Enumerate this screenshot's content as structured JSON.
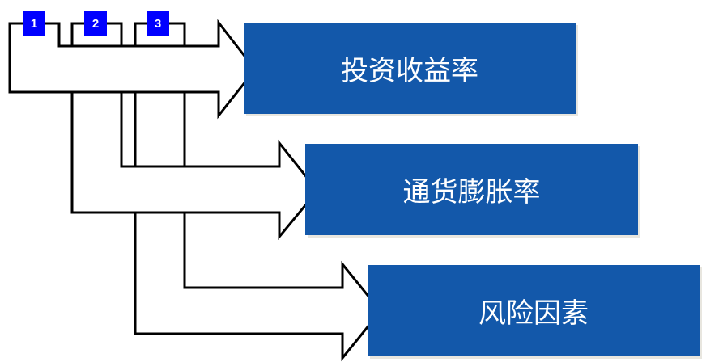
{
  "diagram": {
    "items": [
      {
        "number": "1",
        "label": "投资收益率"
      },
      {
        "number": "2",
        "label": "通货膨胀率"
      },
      {
        "number": "3",
        "label": "风险因素"
      }
    ],
    "colors": {
      "box": "#1358aa",
      "tag": "#0000ff",
      "arrow_stroke": "#000000"
    }
  }
}
